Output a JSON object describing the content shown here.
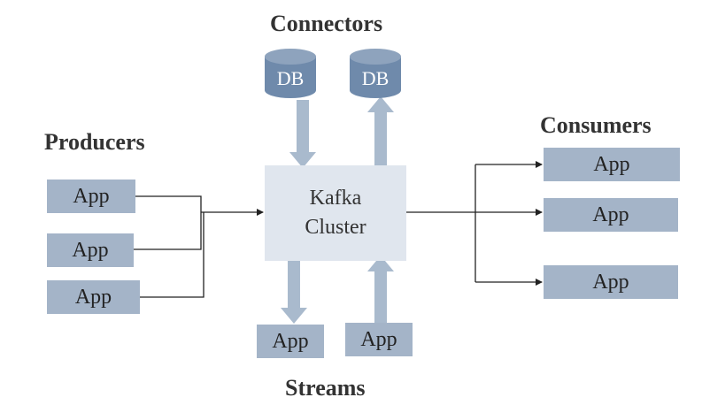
{
  "headings": {
    "connectors": "Connectors",
    "producers": "Producers",
    "consumers": "Consumers",
    "streams": "Streams"
  },
  "cluster": {
    "line1": "Kafka",
    "line2": "Cluster"
  },
  "connectors": {
    "db_source": "DB",
    "db_sink": "DB"
  },
  "producers": [
    "App",
    "App",
    "App"
  ],
  "consumers": [
    "App",
    "App",
    "App"
  ],
  "streams": [
    "App",
    "App"
  ],
  "colors": {
    "app_fill": "#a4b4c8",
    "cluster_fill": "#e0e6ee",
    "db_fill": "#6f8aab",
    "thick_arrow": "#a9bacd",
    "line": "#222222"
  }
}
